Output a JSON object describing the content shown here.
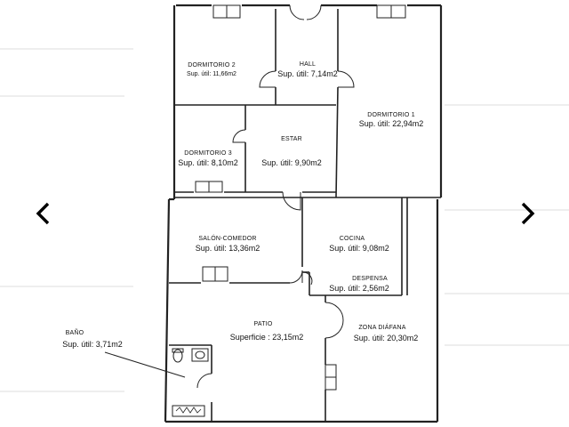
{
  "viewer": {
    "prev_icon": "chevron-left-icon",
    "next_icon": "chevron-right-icon"
  },
  "rooms": {
    "dormitorio2": {
      "name": "DORMITORIO 2",
      "area": "Sup. útil: 11,66m2"
    },
    "hall": {
      "name": "HALL",
      "area": "Sup. útil: 7,14m2"
    },
    "dormitorio1": {
      "name": "DORMITORIO 1",
      "area": "Sup. útil: 22,94m2"
    },
    "dormitorio3": {
      "name": "DORMITORIO 3",
      "area": "Sup. útil: 8,10m2"
    },
    "estar": {
      "name": "ESTAR",
      "area": "Sup. útil: 9,90m2"
    },
    "salon": {
      "name": "SALÓN-COMEDOR",
      "area": "Sup. útil: 13,36m2"
    },
    "cocina": {
      "name": "COCINA",
      "area": "Sup. útil: 9,08m2"
    },
    "despensa": {
      "name": "DESPENSA",
      "area": "Sup. útil: 2,56m2"
    },
    "patio": {
      "name": "PATIO",
      "area": "Superficie : 23,15m2"
    },
    "zona": {
      "name": "ZONA DIÁFANA",
      "area": "Sup. útil: 20,30m2"
    },
    "bano": {
      "name": "BAÑO",
      "area": "Sup. útil: 3,71m2"
    }
  }
}
